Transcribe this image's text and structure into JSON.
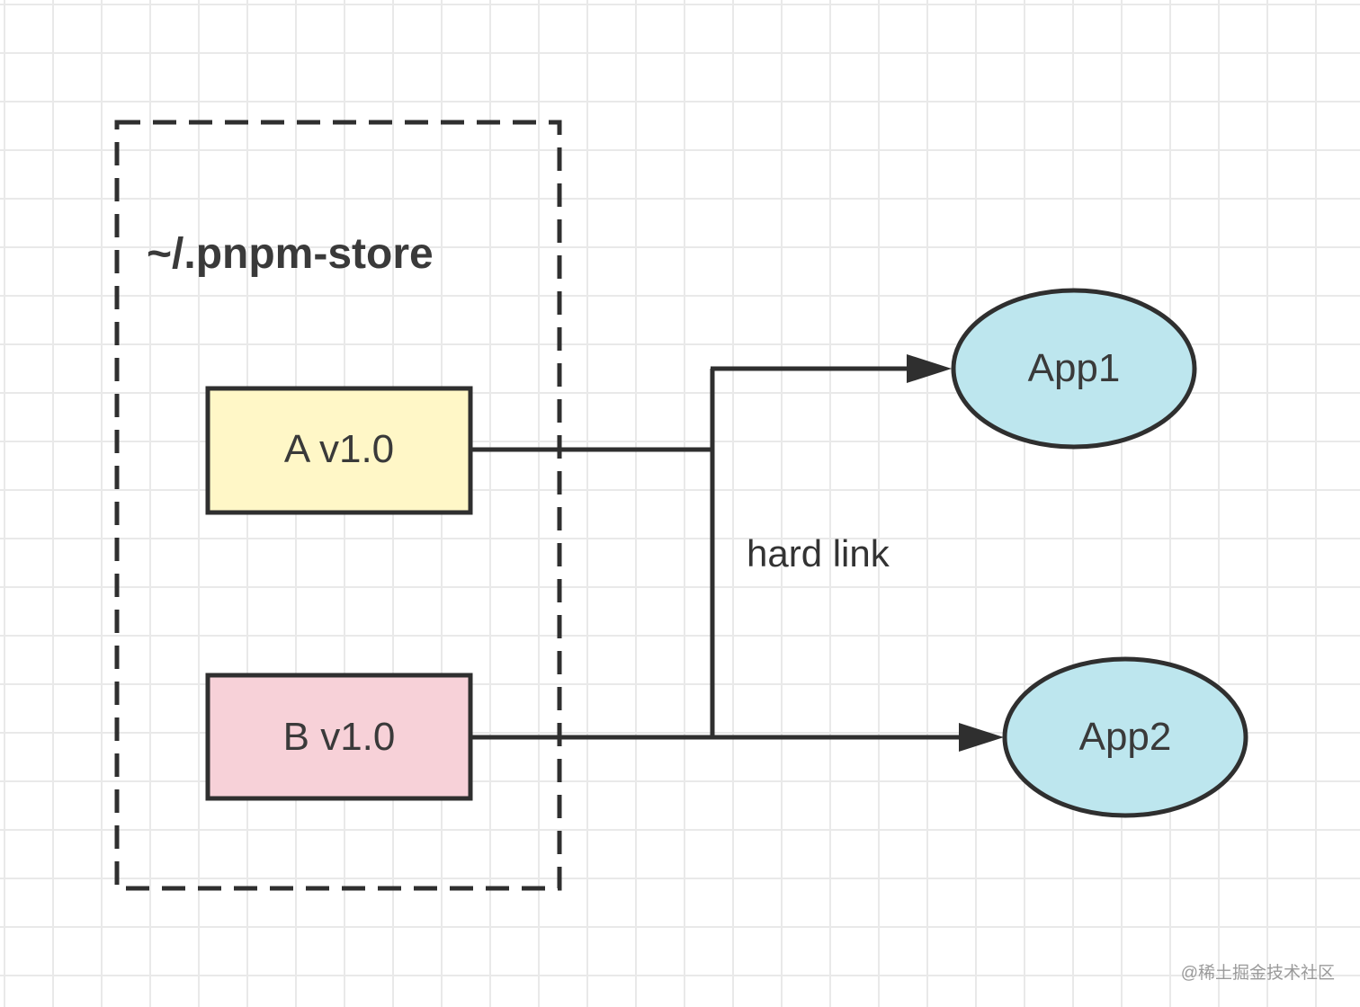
{
  "store": {
    "label": "~/.pnpm-store"
  },
  "packages": [
    {
      "id": "a",
      "label": "A v1.0",
      "fill": "#fff7c7"
    },
    {
      "id": "b",
      "label": "B v1.0",
      "fill": "#f7d1d8"
    }
  ],
  "apps": [
    {
      "id": "app1",
      "label": "App1",
      "fill": "#bde6ee"
    },
    {
      "id": "app2",
      "label": "App2",
      "fill": "#bde6ee"
    }
  ],
  "link": {
    "label": "hard link"
  },
  "watermark": "@稀土掘金技术社区",
  "colors": {
    "stroke": "#2f2f2f",
    "grid": "#e9e9e9"
  }
}
